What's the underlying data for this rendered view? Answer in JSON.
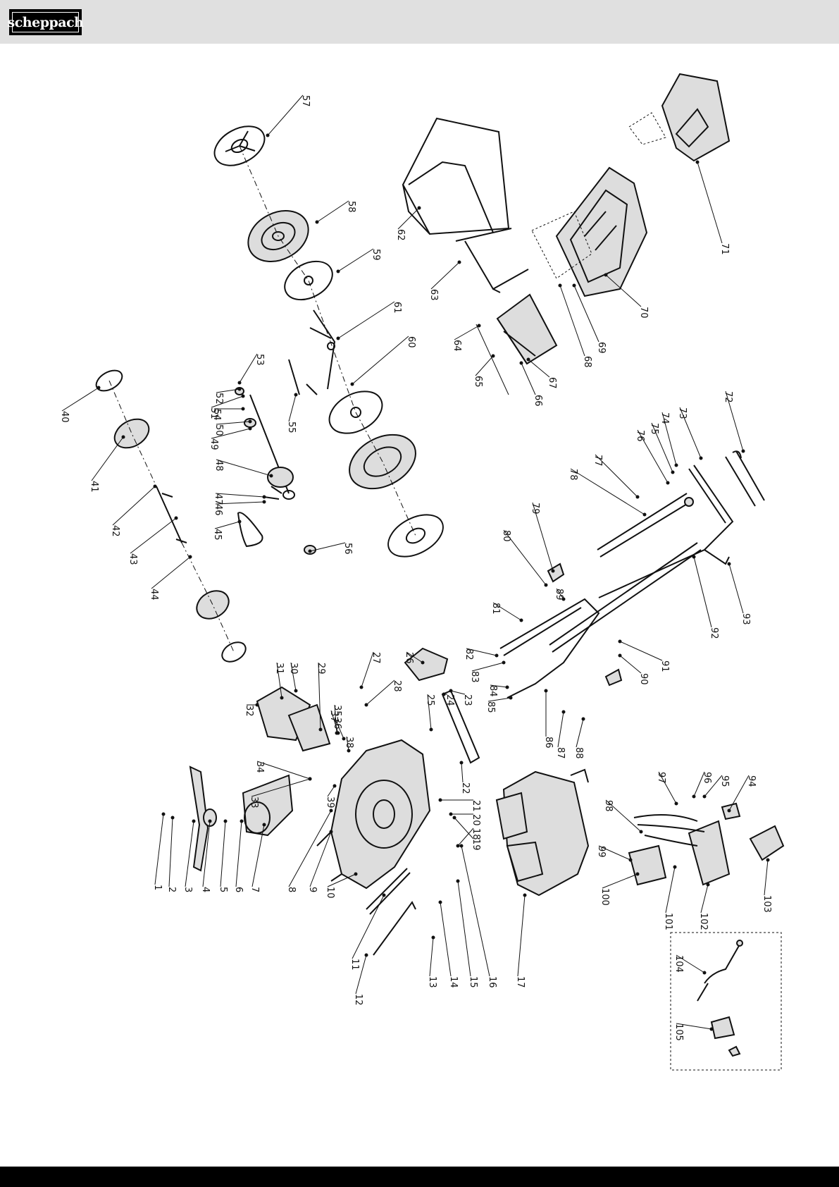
{
  "brand": {
    "logo_text": "scheppach"
  },
  "colors": {
    "header_bg": "#e0e0e0",
    "footer_bg": "#000000",
    "ink": "#111111"
  },
  "part_numbers": [
    "1",
    "2",
    "3",
    "4",
    "5",
    "6",
    "7",
    "8",
    "9",
    "10",
    "11",
    "12",
    "13",
    "14",
    "15",
    "16",
    "17",
    "18",
    "19",
    "20",
    "21",
    "22",
    "23",
    "24",
    "25",
    "26",
    "27",
    "28",
    "29",
    "30",
    "31",
    "32",
    "33",
    "34",
    "35",
    "36",
    "37",
    "38",
    "39",
    "40",
    "41",
    "42",
    "43",
    "44",
    "45",
    "46",
    "47",
    "48",
    "49",
    "50",
    "51",
    "52",
    "53",
    "54",
    "55",
    "56",
    "57",
    "58",
    "59",
    "60",
    "61",
    "62",
    "63",
    "64",
    "65",
    "66",
    "67",
    "68",
    "69",
    "70",
    "71",
    "72",
    "73",
    "74",
    "75",
    "76",
    "77",
    "78",
    "79",
    "80",
    "81",
    "82",
    "83",
    "84",
    "85",
    "86",
    "87",
    "88",
    "89",
    "90",
    "91",
    "92",
    "93",
    "94",
    "95",
    "96",
    "97",
    "98",
    "99",
    "100",
    "101",
    "102",
    "103",
    "104",
    "105"
  ]
}
